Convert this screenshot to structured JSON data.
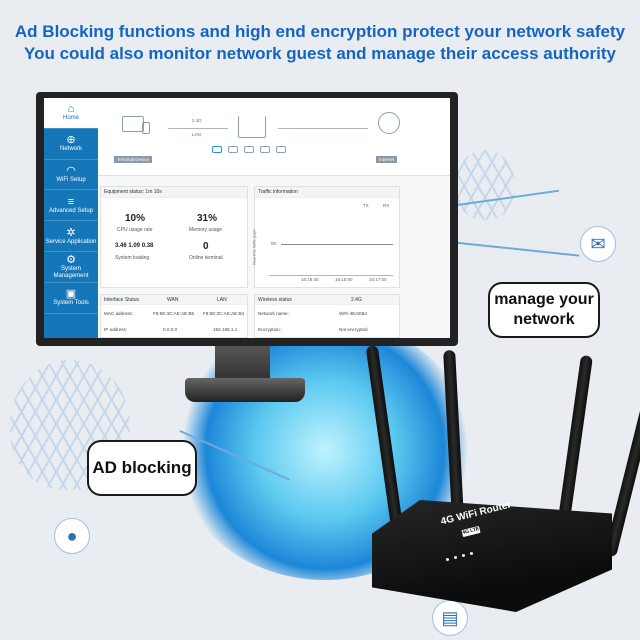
{
  "headline": {
    "line1": "Ad Blocking functions and high end encryption protect your network safety",
    "line2": "You could also monitor network guest and manage their access authority"
  },
  "sidebar": {
    "items": [
      {
        "label": "Home",
        "icon": "home-icon",
        "active": true
      },
      {
        "label": "Network",
        "icon": "globe-icon"
      },
      {
        "label": "WiFi Setup",
        "icon": "wifi-icon"
      },
      {
        "label": "Advanced Setup",
        "icon": "sliders-icon"
      },
      {
        "label": "Service Application",
        "icon": "service-icon"
      },
      {
        "label": "System Management",
        "icon": "gear-icon"
      },
      {
        "label": "System Tools",
        "icon": "toolbox-icon"
      }
    ]
  },
  "topology": {
    "terminal_label": "Terminal Device",
    "band": "2.4G",
    "lan": "LAN",
    "internet_label": "Internet"
  },
  "equipment": {
    "title": "Equipment status:  1m 10s",
    "cpu_value": "10%",
    "cpu_label": "CPU usage rate",
    "memory_value": "31%",
    "memory_label": "Memory usage",
    "load_value": "3.46 1.09 0.38",
    "load_label": "System loading",
    "online_value": "0",
    "online_label": "Online terminal"
  },
  "traffic": {
    "title": "Traffic information",
    "legend_tx": "TX",
    "legend_rx": "RX",
    "ylabel": "Real-time traffic graph",
    "y_tick": "0K",
    "x_ticks": [
      "16:16:40",
      "16:16:50",
      "16:17:00"
    ]
  },
  "interface_status": {
    "title": "Interface Status",
    "col_wan": "WAN",
    "col_lan": "LAN",
    "rows": [
      {
        "label": "MAC address:",
        "wan": "F8:5E:3C:AE:AE:B5",
        "lan": "F8:5E:3C:AE:AE:B4"
      },
      {
        "label": "IP address:",
        "wan": "0.0.0.0",
        "lan": "192.168.1.1"
      }
    ]
  },
  "wireless_status": {
    "title": "Wireless status",
    "col": "2.4G",
    "rows": [
      {
        "label": "Network name:",
        "value": "WiFi-4EAEB4"
      },
      {
        "label": "Encryption:",
        "value": "Not encrypted"
      }
    ]
  },
  "callouts": {
    "manage": "manage your network",
    "adblock": "AD blocking"
  },
  "router": {
    "label": "4G WiFi Router",
    "badge": "4G LTE"
  },
  "colors": {
    "headline": "#1565c0",
    "sidebar": "#1677b8"
  }
}
